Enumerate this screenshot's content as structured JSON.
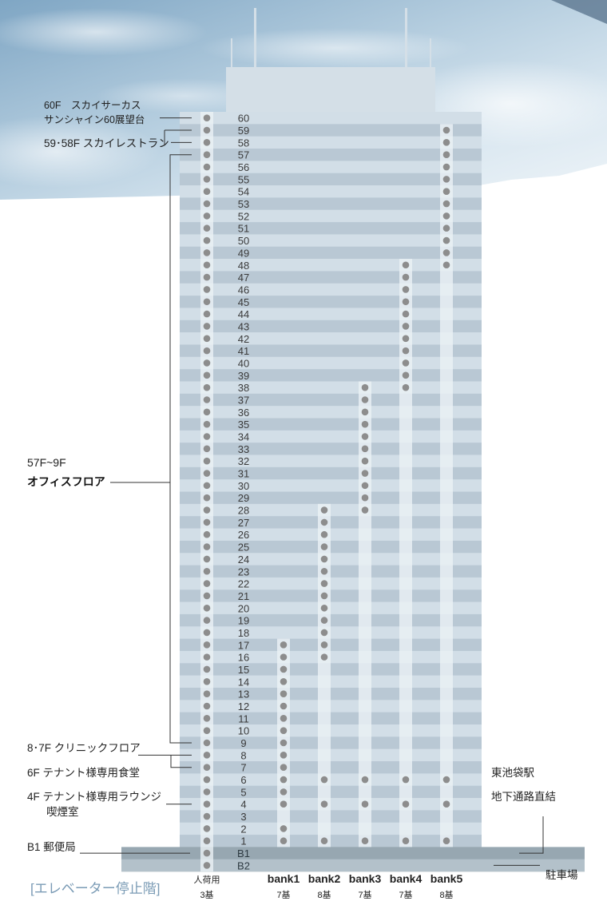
{
  "title": "[エレベーター停止階]",
  "floors": [
    "60",
    "59",
    "58",
    "57",
    "56",
    "55",
    "54",
    "53",
    "52",
    "51",
    "50",
    "49",
    "48",
    "47",
    "46",
    "45",
    "44",
    "43",
    "42",
    "41",
    "40",
    "39",
    "38",
    "37",
    "36",
    "35",
    "34",
    "33",
    "32",
    "31",
    "30",
    "29",
    "28",
    "27",
    "26",
    "25",
    "24",
    "23",
    "22",
    "21",
    "20",
    "19",
    "18",
    "17",
    "16",
    "15",
    "14",
    "13",
    "12",
    "11",
    "10",
    "9",
    "8",
    "7",
    "6",
    "5",
    "4",
    "3",
    "2",
    "1",
    "B1",
    "B2"
  ],
  "elevator_banks": [
    {
      "id": "freight",
      "name": "人荷用",
      "count": "3基",
      "stops": [
        "60",
        "59",
        "58",
        "57",
        "56",
        "55",
        "54",
        "53",
        "52",
        "51",
        "50",
        "49",
        "48",
        "47",
        "46",
        "45",
        "44",
        "43",
        "42",
        "41",
        "40",
        "39",
        "38",
        "37",
        "36",
        "35",
        "34",
        "33",
        "32",
        "31",
        "30",
        "29",
        "28",
        "27",
        "26",
        "25",
        "24",
        "23",
        "22",
        "21",
        "20",
        "19",
        "18",
        "17",
        "16",
        "15",
        "14",
        "13",
        "12",
        "11",
        "10",
        "9",
        "8",
        "7",
        "6",
        "5",
        "4",
        "3",
        "2",
        "1",
        "B1",
        "B2"
      ]
    },
    {
      "id": "bank1",
      "name": "bank1",
      "count": "7基",
      "stops": [
        "17",
        "16",
        "15",
        "14",
        "13",
        "12",
        "11",
        "10",
        "9",
        "8",
        "7",
        "6",
        "5",
        "4",
        "2",
        "1"
      ]
    },
    {
      "id": "bank2",
      "name": "bank2",
      "count": "8基",
      "stops": [
        "28",
        "27",
        "26",
        "25",
        "24",
        "23",
        "22",
        "21",
        "20",
        "19",
        "18",
        "17",
        "16",
        "6",
        "4",
        "1"
      ]
    },
    {
      "id": "bank3",
      "name": "bank3",
      "count": "7基",
      "stops": [
        "38",
        "37",
        "36",
        "35",
        "34",
        "33",
        "32",
        "31",
        "30",
        "29",
        "28",
        "6",
        "4",
        "1"
      ]
    },
    {
      "id": "bank4",
      "name": "bank4",
      "count": "7基",
      "stops": [
        "48",
        "47",
        "46",
        "45",
        "44",
        "43",
        "42",
        "41",
        "40",
        "39",
        "38",
        "6",
        "4",
        "1"
      ]
    },
    {
      "id": "bank5",
      "name": "bank5",
      "count": "8基",
      "stops": [
        "59",
        "58",
        "57",
        "56",
        "55",
        "54",
        "53",
        "52",
        "51",
        "50",
        "49",
        "48",
        "6",
        "4",
        "1"
      ]
    }
  ],
  "annotations": {
    "sky_circus_1": "60F　スカイサーカス",
    "sky_circus_2": "サンシャイン60展望台",
    "restaurant": "59･58F スカイレストラン",
    "office_1": "57F~9F",
    "office_2": "オフィスフロア",
    "clinic": "8･7F クリニックフロア",
    "cafeteria": "6F テナント様専用食堂",
    "lounge_1": "4F テナント様専用ラウンジ",
    "lounge_2": "喫煙室",
    "post_office": "B1 郵便局",
    "station_1": "東池袋駅",
    "station_2": "地下通路直結",
    "parking": "駐車場"
  },
  "colors": {
    "stripe_dark": "#b9c8d4",
    "stripe_light": "#d2dee7",
    "column": "#ebf1f5",
    "dot": "#8d8d8d",
    "basement": "#97a7b1",
    "annotation_line": "#333333",
    "floor_label": "#3a3a3a",
    "title": "#7a9bb5"
  }
}
